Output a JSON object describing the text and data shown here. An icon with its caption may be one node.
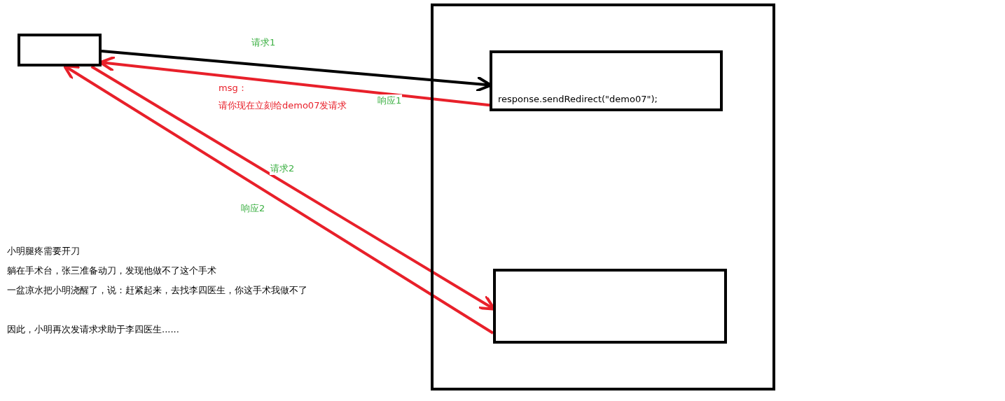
{
  "diagram": {
    "nodes": [
      {
        "text": [],
        "shape": "box"
      },
      {
        "text": [],
        "shape": "box"
      },
      {
        "text": [
          "response.sendRedirect(\"demo07\");"
        ],
        "in": 1
      },
      {
        "text": [],
        "shape": "box",
        "in": 1
      }
    ],
    "edges": [
      {
        "from": 0,
        "to": 2,
        "arrow": "to",
        "label": "请求1",
        "color": "#000000"
      },
      {
        "from": 2,
        "to": 0,
        "arrow": "to",
        "label": "响应1"
      },
      {
        "from": 0,
        "to": 3,
        "arrow": "to",
        "label": "请求2"
      },
      {
        "from": 3,
        "to": 0,
        "arrow": "to",
        "label": "响应2"
      }
    ],
    "labels": [
      "msg：",
      "请你现在立刻给demo07发请求",
      "小明腿疼需要开刀",
      "躺在手术台，张三准备动刀，发现他做不了这个手术",
      "一盆凉水把小明浇醒了，说：赶紧起来，去找李四医生，你这手术我做不了",
      "因此，小明再次发请求求助于李四医生......"
    ]
  }
}
